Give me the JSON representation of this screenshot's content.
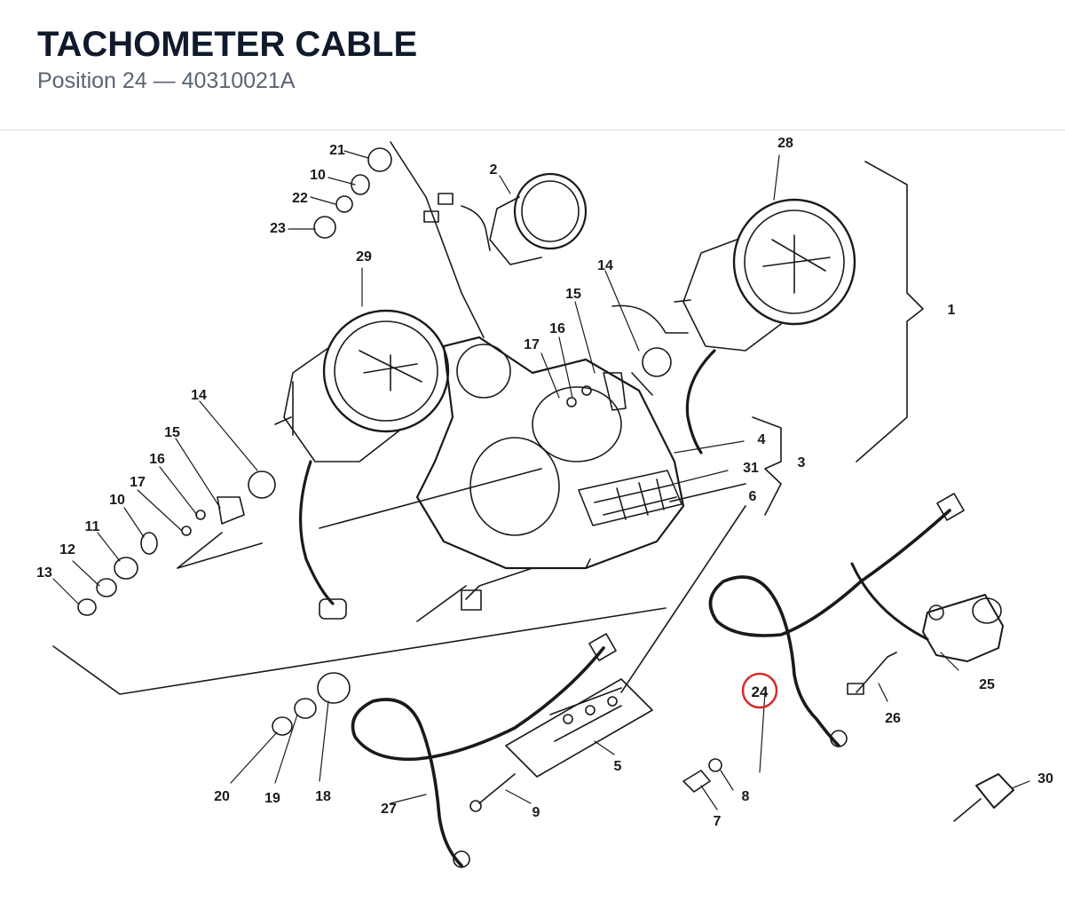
{
  "header": {
    "title": "TACHOMETER CABLE",
    "subtitle": "Position 24 — 40310021A"
  },
  "diagram": {
    "highlight_color": "#d42a2a",
    "line_color": "#1a1a1a",
    "parts": [
      {
        "id": "1",
        "label": "1"
      },
      {
        "id": "2",
        "label": "2"
      },
      {
        "id": "3",
        "label": "3"
      },
      {
        "id": "4",
        "label": "4"
      },
      {
        "id": "5",
        "label": "5"
      },
      {
        "id": "6",
        "label": "6"
      },
      {
        "id": "7",
        "label": "7"
      },
      {
        "id": "8",
        "label": "8"
      },
      {
        "id": "9",
        "label": "9"
      },
      {
        "id": "10a",
        "label": "10"
      },
      {
        "id": "10b",
        "label": "10"
      },
      {
        "id": "11",
        "label": "11"
      },
      {
        "id": "12",
        "label": "12"
      },
      {
        "id": "13",
        "label": "13"
      },
      {
        "id": "14a",
        "label": "14"
      },
      {
        "id": "14b",
        "label": "14"
      },
      {
        "id": "15a",
        "label": "15"
      },
      {
        "id": "15b",
        "label": "15"
      },
      {
        "id": "16a",
        "label": "16"
      },
      {
        "id": "16b",
        "label": "16"
      },
      {
        "id": "17a",
        "label": "17"
      },
      {
        "id": "17b",
        "label": "17"
      },
      {
        "id": "18",
        "label": "18"
      },
      {
        "id": "19",
        "label": "19"
      },
      {
        "id": "20",
        "label": "20"
      },
      {
        "id": "21",
        "label": "21"
      },
      {
        "id": "22",
        "label": "22"
      },
      {
        "id": "23",
        "label": "23"
      },
      {
        "id": "24",
        "label": "24",
        "highlighted": true
      },
      {
        "id": "25",
        "label": "25"
      },
      {
        "id": "26",
        "label": "26"
      },
      {
        "id": "27",
        "label": "27"
      },
      {
        "id": "28",
        "label": "28"
      },
      {
        "id": "29",
        "label": "29"
      },
      {
        "id": "30",
        "label": "30"
      },
      {
        "id": "31",
        "label": "31"
      }
    ]
  }
}
